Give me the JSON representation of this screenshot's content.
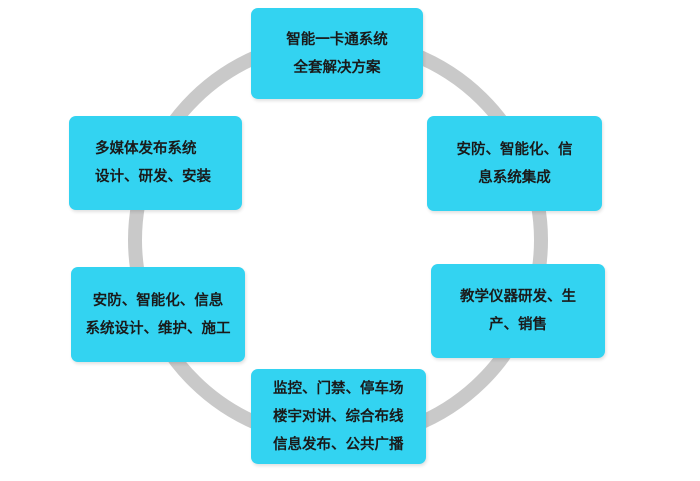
{
  "nodes": {
    "top": {
      "lines": [
        "智能一卡通系统",
        "全套解决方案"
      ]
    },
    "top_left": {
      "lines": [
        "多媒体发布系统",
        "设计、研发、安装"
      ]
    },
    "top_right": {
      "lines": [
        "安防、智能化、信",
        "息系统集成"
      ]
    },
    "middle_left": {
      "lines": [
        "安防、智能化、信息",
        "系统设计、维护、施工"
      ]
    },
    "middle_right": {
      "lines": [
        "教学仪器研发、生",
        "产、销售"
      ]
    },
    "bottom": {
      "lines": [
        "监控、门禁、停车场",
        "楼宇对讲、综合布线",
        "信息发布、公共广播"
      ]
    }
  },
  "colors": {
    "box_fill": "#33d3f1",
    "ring": "#c9c9c9",
    "text": "#1a1a1a"
  }
}
